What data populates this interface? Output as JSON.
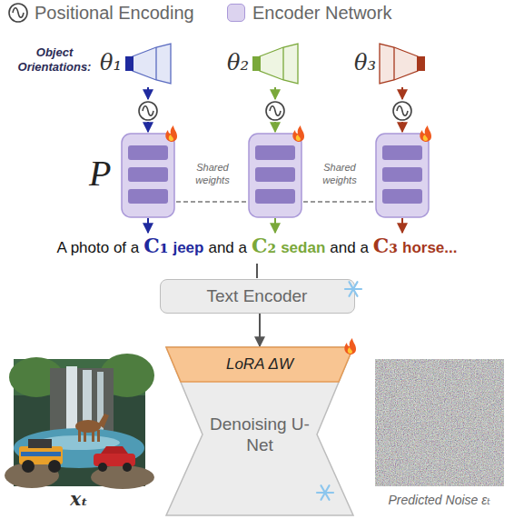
{
  "diagram": {
    "nodes": [
      {
        "text": [
          "Text Encoder"
        ]
      },
      {
        "text": [
          "Denoising U-Net"
        ]
      },
      {
        "text": [
          "LoRA ΔW"
        ],
        "in": 1
      }
    ],
    "edges": [
      {
        "from": 0,
        "to": 2,
        "arrow": "to"
      }
    ],
    "labels": [
      "Object Orientations:",
      "θ₁",
      "θ₂",
      "θ₃",
      "P",
      "Shared weights",
      "Shared weights",
      "A photo of a",
      "C₁",
      "jeep",
      "and a",
      "C₂",
      "sedan",
      "and a",
      "C₃",
      "horse...",
      "xₜ",
      "Predicted Noise εₜ"
    ],
    "legend": [
      {
        "text": "Positional Encoding"
      },
      {
        "text": "Encoder Network",
        "color": "#dcd3ef"
      }
    ]
  }
}
